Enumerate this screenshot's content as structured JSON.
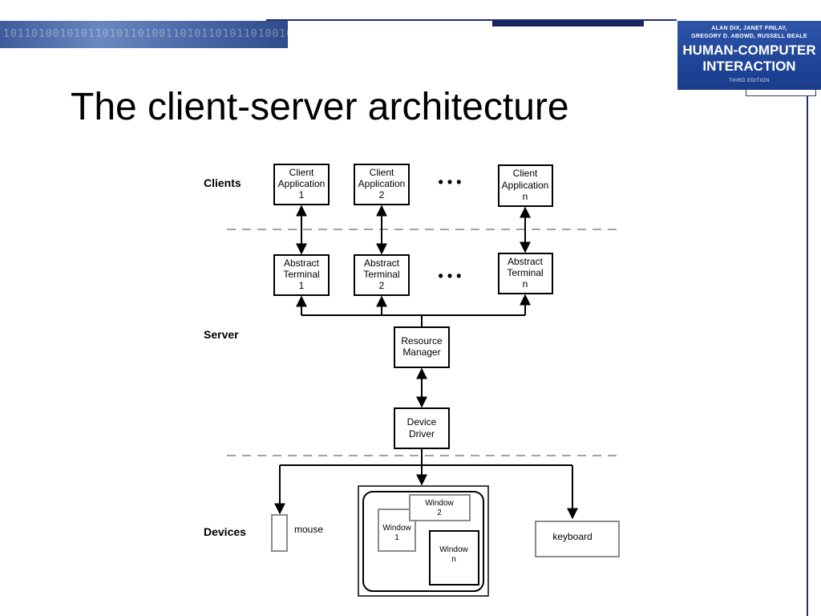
{
  "title": "The client-server architecture",
  "book_cover": {
    "authors": [
      "ALAN DIX, JANET FINLAY,",
      "GREGORY D. ABOWD, RUSSELL BEALE"
    ],
    "title_lines": [
      "HUMAN-COMPUTER",
      "INTERACTION"
    ],
    "edition": "THIRD EDITION"
  },
  "decoration": {
    "digits": "10110100101011010110100110101101011010010110"
  },
  "colors": {
    "brand_blue": "#1f4598",
    "frame_navy": "#1f2f6e",
    "diagram_ink": "#000000",
    "device_gray": "#8c8c8c"
  },
  "diagram": {
    "layer_labels": {
      "clients": "Clients",
      "server": "Server",
      "devices": "Devices"
    },
    "ellipsis": "• • •",
    "client_apps": [
      {
        "lines": [
          "Client",
          "Application",
          "1"
        ]
      },
      {
        "lines": [
          "Client",
          "Application",
          "2"
        ]
      },
      {
        "lines": [
          "Client",
          "Application",
          "n"
        ]
      }
    ],
    "terminals": [
      {
        "lines": [
          "Abstract",
          "Terminal",
          "1"
        ]
      },
      {
        "lines": [
          "Abstract",
          "Terminal",
          "2"
        ]
      },
      {
        "lines": [
          "Abstract",
          "Terminal",
          "n"
        ]
      }
    ],
    "resource_manager": {
      "lines": [
        "Resource",
        "Manager"
      ]
    },
    "device_driver": {
      "lines": [
        "Device",
        "Driver"
      ]
    },
    "devices": {
      "mouse": "mouse",
      "keyboard": "keyboard",
      "windows": [
        {
          "lines": [
            "Window",
            "1"
          ]
        },
        {
          "lines": [
            "Window",
            "2"
          ]
        },
        {
          "lines": [
            "Window",
            "n"
          ]
        }
      ]
    }
  }
}
